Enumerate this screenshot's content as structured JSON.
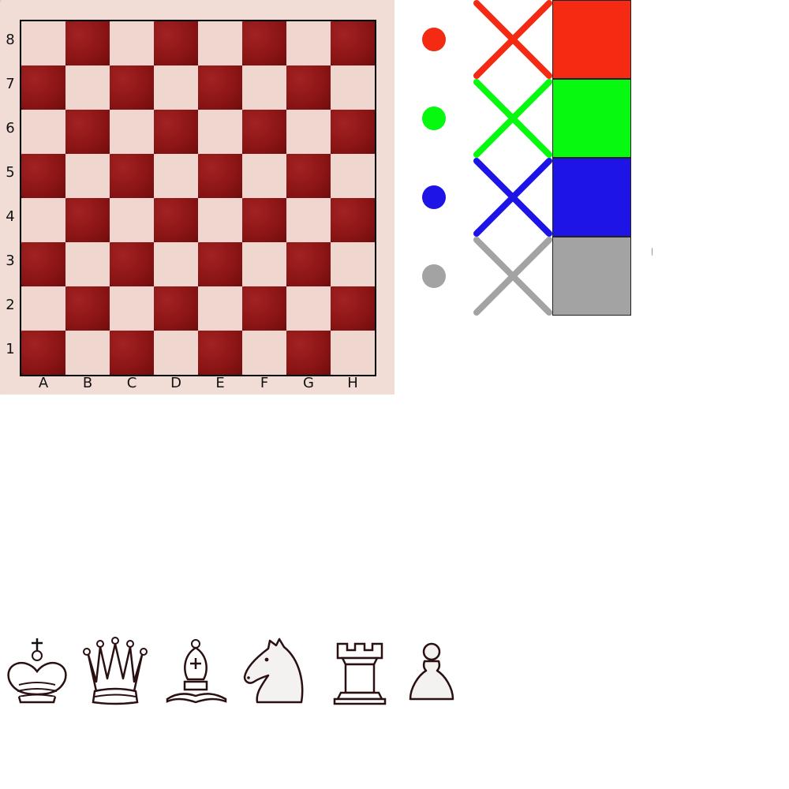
{
  "board": {
    "ranks": [
      "8",
      "7",
      "6",
      "5",
      "4",
      "3",
      "2",
      "1"
    ],
    "files": [
      "A",
      "B",
      "C",
      "D",
      "E",
      "F",
      "G",
      "H"
    ]
  },
  "highlight_colors": [
    {
      "name": "red-marker",
      "hex": "#f42a12"
    },
    {
      "name": "green-marker",
      "hex": "#06f90f"
    },
    {
      "name": "blue-marker",
      "hex": "#1e14e6"
    },
    {
      "name": "gray-marker",
      "hex": "#a3a3a3"
    }
  ],
  "pieces": [
    {
      "name": "white-king-icon",
      "icon": "king"
    },
    {
      "name": "white-queen-icon",
      "icon": "queen"
    },
    {
      "name": "white-bishop-icon",
      "icon": "bishop"
    },
    {
      "name": "white-knight-icon",
      "icon": "knight"
    },
    {
      "name": "white-rook-icon",
      "icon": "rook"
    },
    {
      "name": "white-pawn-icon",
      "icon": "pawn"
    }
  ]
}
